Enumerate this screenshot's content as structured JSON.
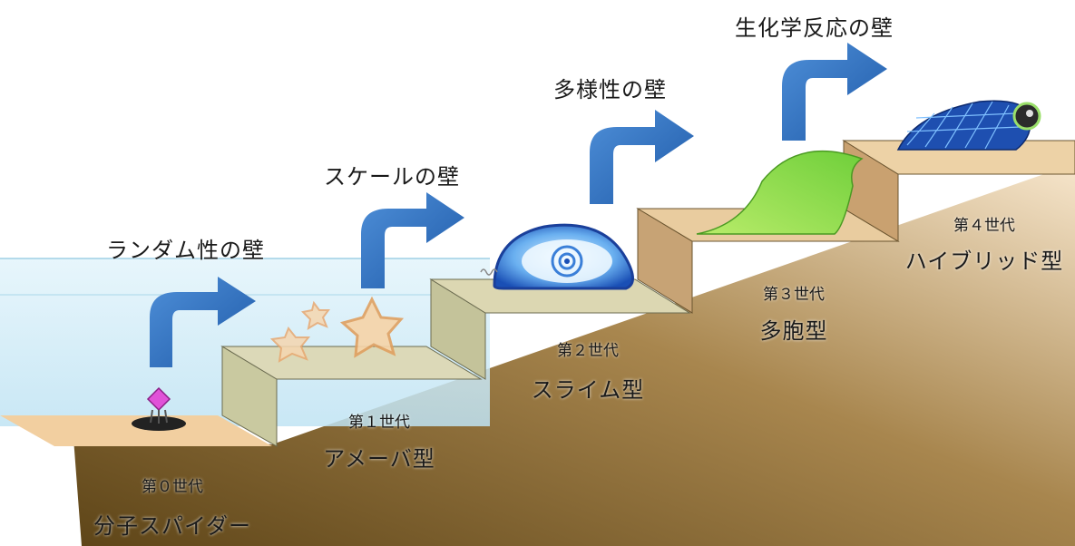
{
  "barriers": [
    {
      "label": "ランダム性の壁"
    },
    {
      "label": "スケールの壁"
    },
    {
      "label": "多様性の壁"
    },
    {
      "label": "生化学反応の壁"
    }
  ],
  "stages": [
    {
      "generation": "第０世代",
      "type": "分子スパイダー"
    },
    {
      "generation": "第１世代",
      "type": "アメーバ型"
    },
    {
      "generation": "第２世代",
      "type": "スライム型"
    },
    {
      "generation": "第３世代",
      "type": "多胞型"
    },
    {
      "generation": "第４世代",
      "type": "ハイブリッド型"
    }
  ],
  "colors": {
    "arrow": "#2f6fc0",
    "water": "#cfeaf7",
    "ground_dark": "#6b5020",
    "ground_light": "#f3d8b0",
    "step_top": "#e8c79a",
    "step_riser": "#b89468"
  },
  "icons": {
    "stage0": "molecular-spider-icon",
    "stage1": "amoeba-icon",
    "stage2": "slime-eye-icon",
    "stage3": "leaf-blob-icon",
    "stage4": "hybrid-robot-icon"
  }
}
